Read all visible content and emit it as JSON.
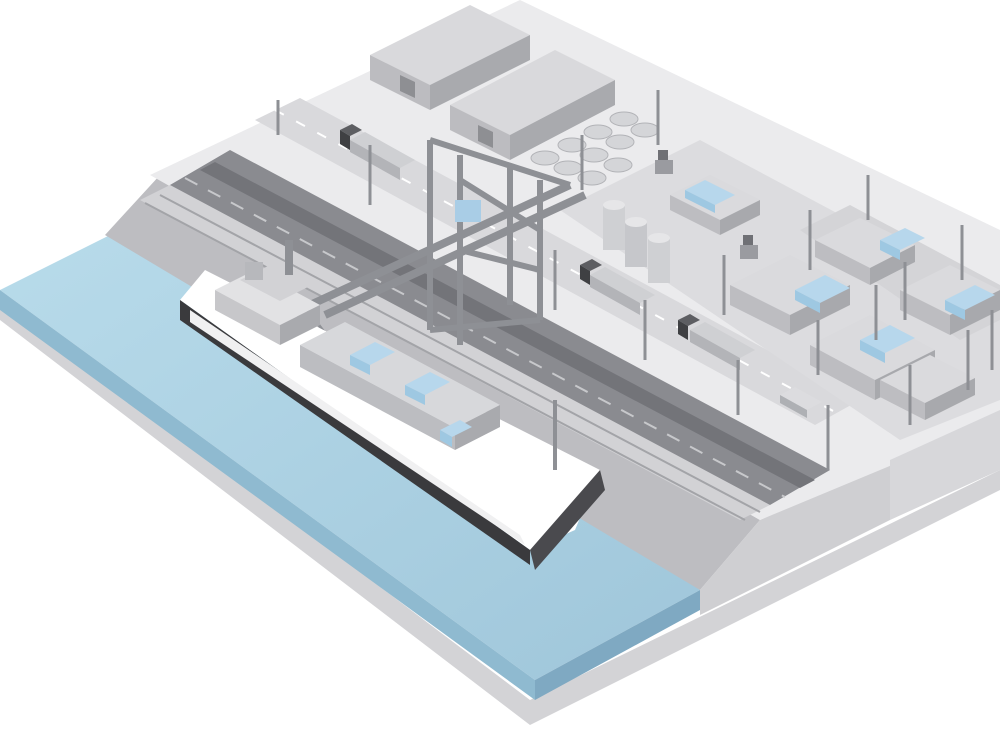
{
  "scene": {
    "subject": "isometric-container-port",
    "colors": {
      "background": "#ffffff",
      "water": "#a9cfe0",
      "water_side": "#8fbad0",
      "ground": "#e7e7e9",
      "ground_side": "#c9c9cd",
      "road": "#8c8d92",
      "road_dark": "#6f7075",
      "concrete": "#d6d7da",
      "container_grey": "#c9cacd",
      "container_blue": "#a9cde6",
      "hull_dark": "#3a3a3d",
      "hull_white": "#f2f2f3",
      "crane": "#8e9095"
    },
    "elements": {
      "warehouses": 2,
      "tanks": 3,
      "silos": 10,
      "trucks": 4,
      "forklifts": 2,
      "container_stacks": 14,
      "lamp_posts": 18
    }
  }
}
